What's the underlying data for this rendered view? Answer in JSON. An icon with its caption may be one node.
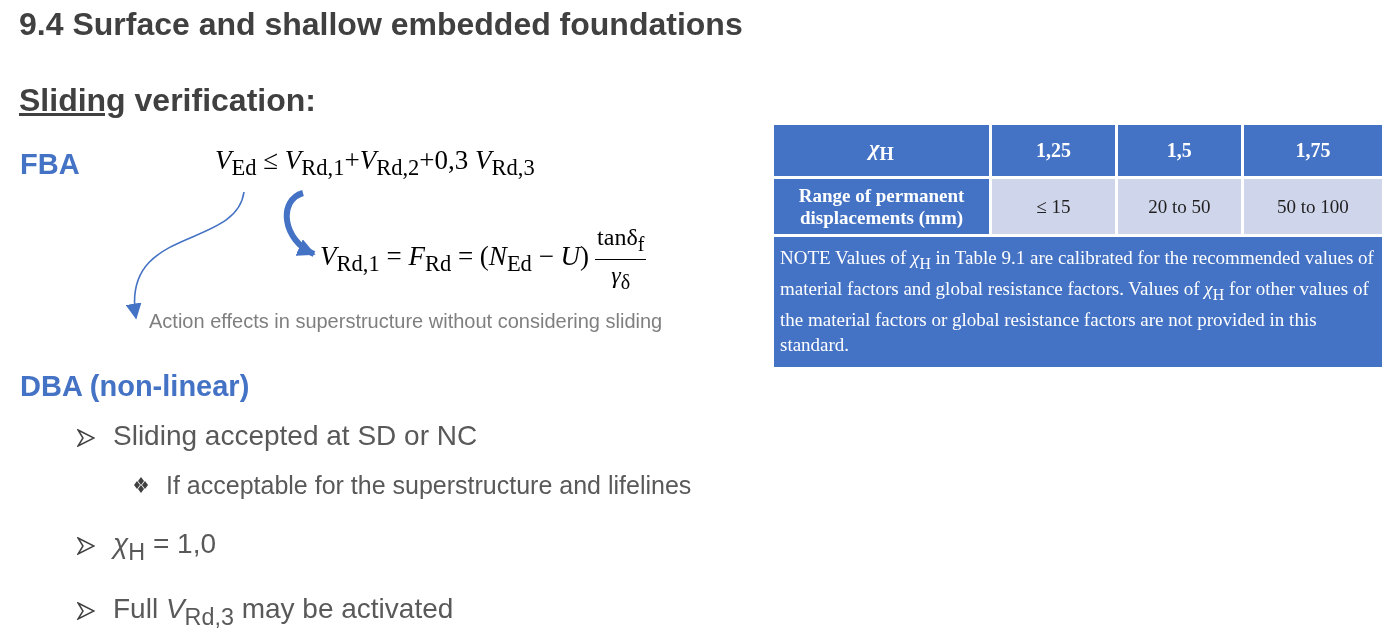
{
  "diagram": {
    "title": "9.4 Surface and shallow embedded foundations",
    "nodes": [
      {
        "text": [
          "*V*$_{Ed}$ ≤ *V*$_{Rd,1}$+*V*$_{Rd,2}$+0,3 *V*$_{Rd,3}$"
        ]
      },
      {
        "text": [
          "*V*$_{Rd,1}$ = *F*$_{Rd}$ = (*N*$_{Ed}$ − *U*)",
          "tanδ$_{f}$",
          "*γ*$_{δ}$"
        ]
      },
      {
        "text": [
          "Action effects in superstructure without considering sliding"
        ]
      }
    ],
    "edges": [
      {
        "from": 0,
        "to": 2,
        "arrow": "to"
      },
      {
        "from": 0,
        "to": 1,
        "arrow": "to",
        "style": "thick"
      }
    ],
    "labels": [
      "Sliding verification:",
      "FBA",
      "*χ*$_{H}$",
      "1,25",
      "1,5",
      "1,75",
      "Range of permanent displacements (mm)",
      "≤ 15",
      "20 to 50",
      "50 to 100",
      "NOTE  Values of *χ*$_{H}$ in Table 9.1 are calibrated for the recommended values of material factors and global resistance factors. Values of *χ*$_{H}$ for other values of the material factors or global resistance factors are not provided in this standard.",
      "DBA (non-linear)",
      "Sliding accepted at SD or NC",
      "If acceptable for the superstructure and lifelines",
      "*χ*$_{H}$ = 1,0",
      "Full *V*$_{Rd,3}$ may be activated"
    ]
  }
}
